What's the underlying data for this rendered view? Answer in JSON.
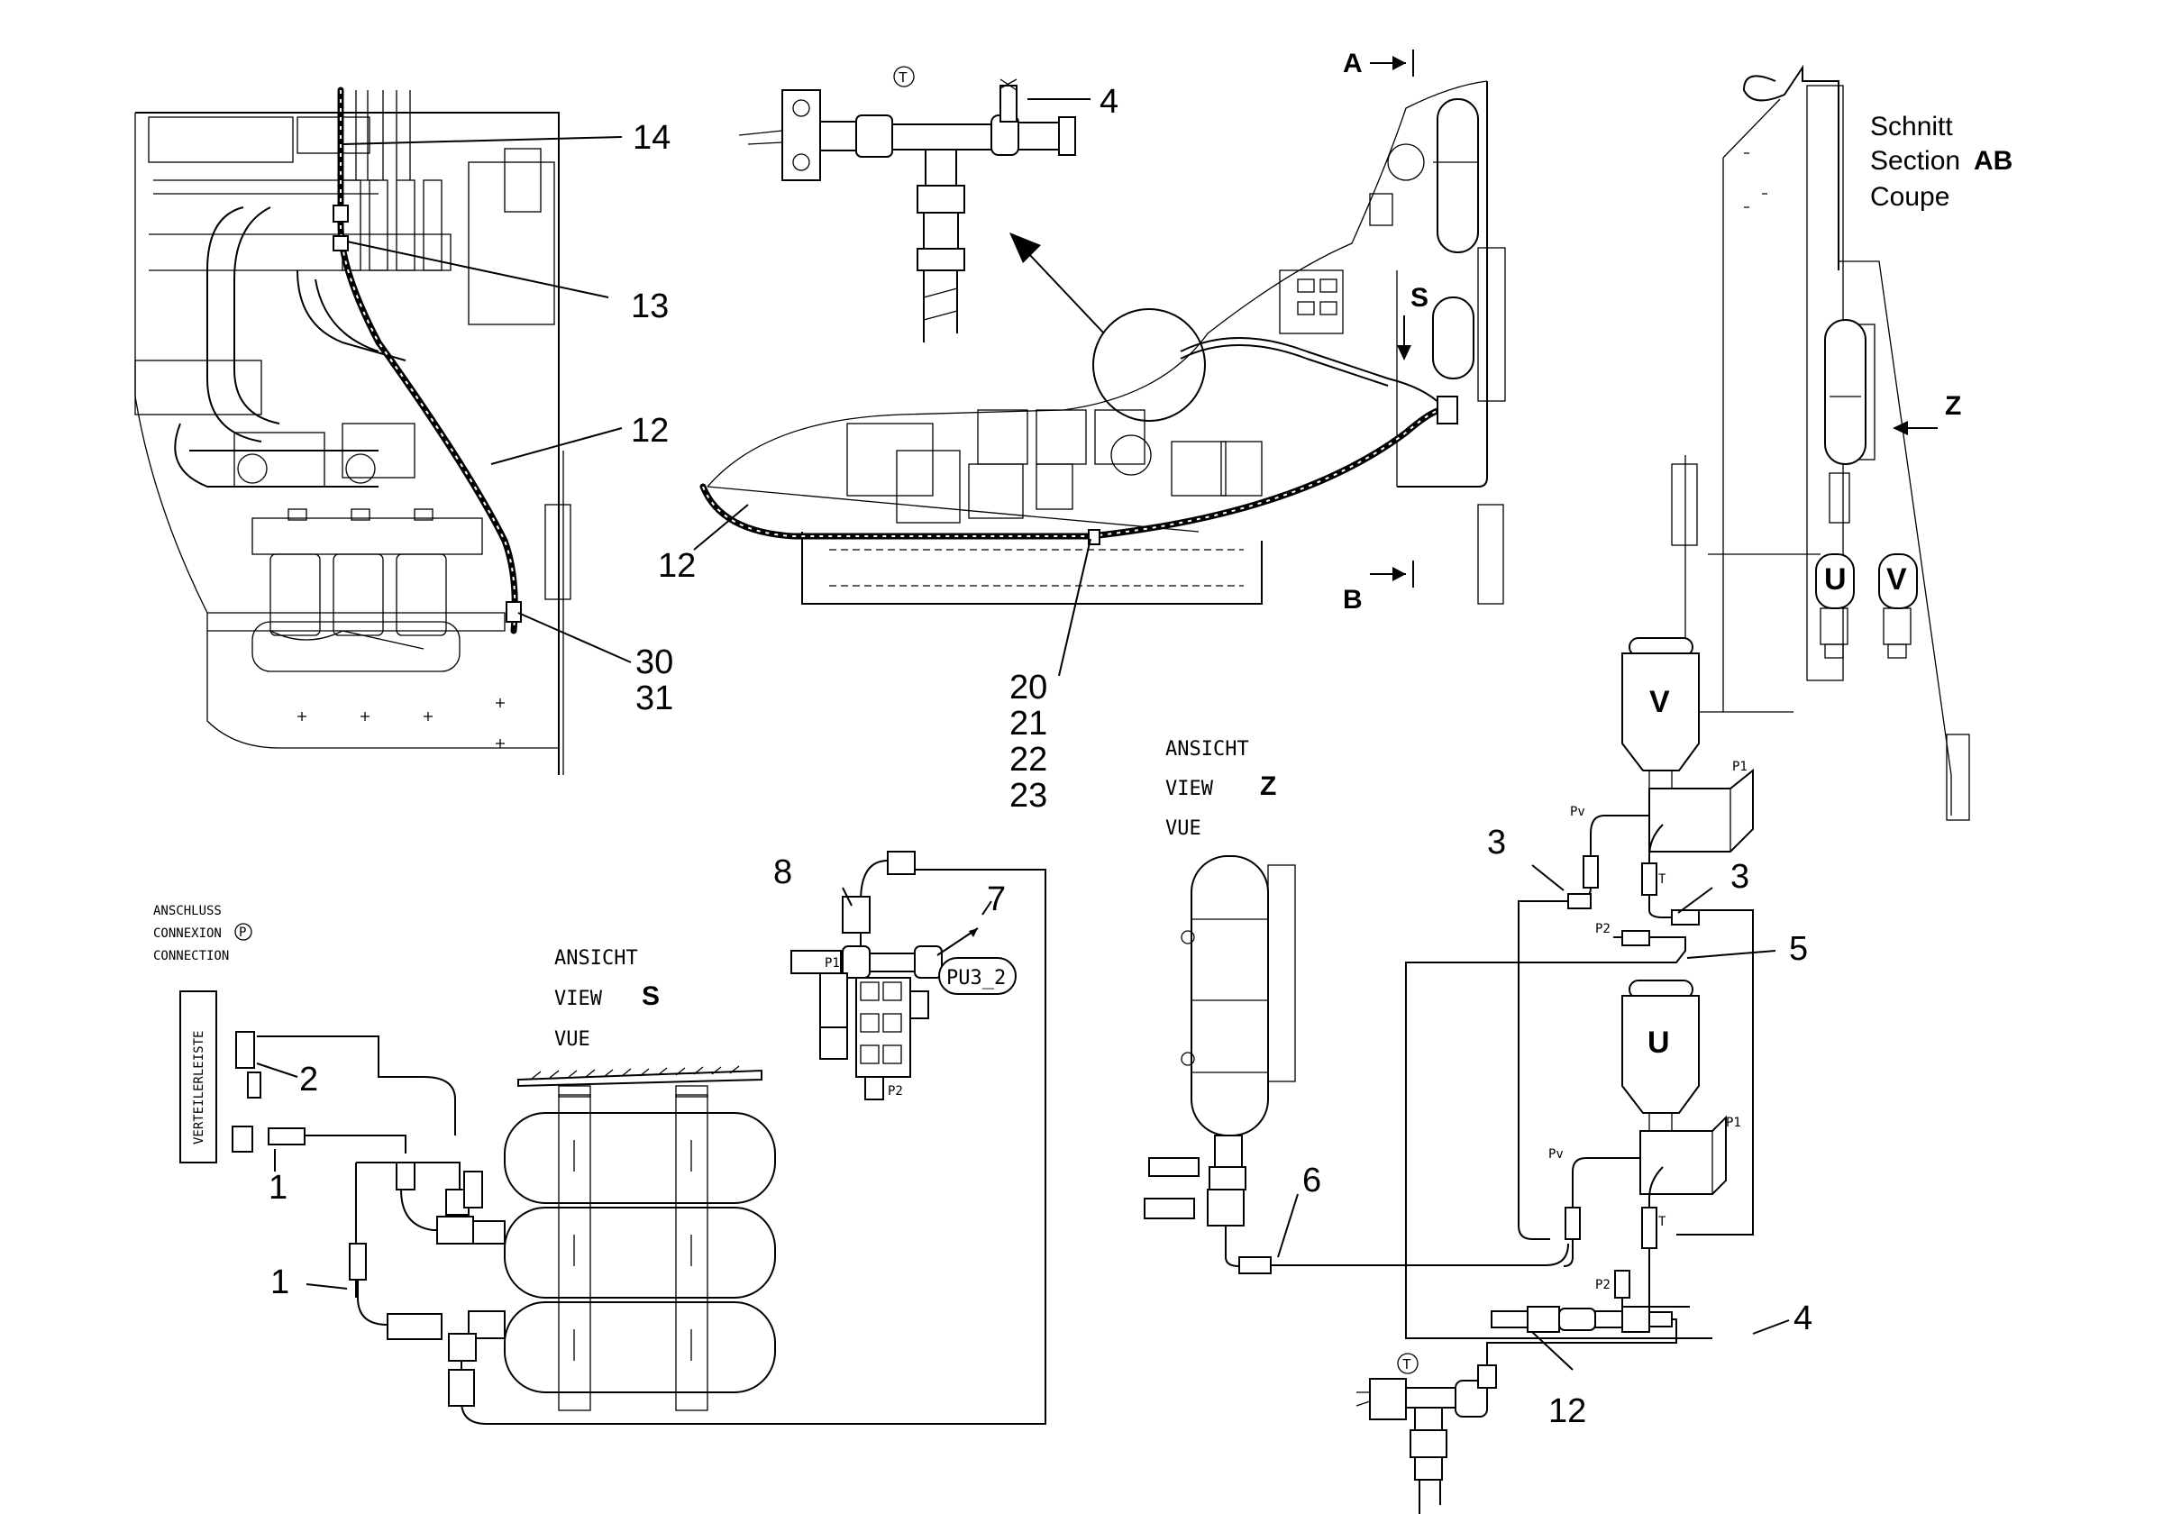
{
  "callouts": {
    "c14": "14",
    "c13": "13",
    "c12_left": "12",
    "c30": "30",
    "c31": "31",
    "c4_top": "4",
    "c12_top": "12",
    "c20": "20",
    "c21": "21",
    "c22": "22",
    "c23": "23",
    "c8": "8",
    "c7": "7",
    "c2": "2",
    "c1_a": "1",
    "c1_b": "1",
    "c6": "6",
    "c3_a": "3",
    "c3_b": "3",
    "c5": "5",
    "c4_bottom": "4",
    "c12_bottom": "12"
  },
  "section_marks": {
    "a": "A",
    "b": "B",
    "s": "S",
    "z": "Z"
  },
  "section_title": {
    "de": "Schnitt",
    "en": "Section",
    "fr": "Coupe",
    "id": "AB"
  },
  "view_s": {
    "de": "ANSICHT",
    "en": "VIEW",
    "fr": "VUE",
    "id": "S"
  },
  "view_z": {
    "de": "ANSICHT",
    "en": "VIEW",
    "fr": "VUE",
    "id": "Z"
  },
  "connection": {
    "de": "ANSCHLUSS",
    "fr": "CONNEXION",
    "en": "CONNECTION",
    "port": "P"
  },
  "manifold_label": "VERTEILERLEISTE",
  "part_tag": "PU3_2",
  "port_labels": {
    "p1": "P1",
    "p2": "P2",
    "pv": "Pv",
    "t": "T"
  },
  "accumulators": {
    "v": "V",
    "u": "U"
  },
  "circle_t": "T"
}
